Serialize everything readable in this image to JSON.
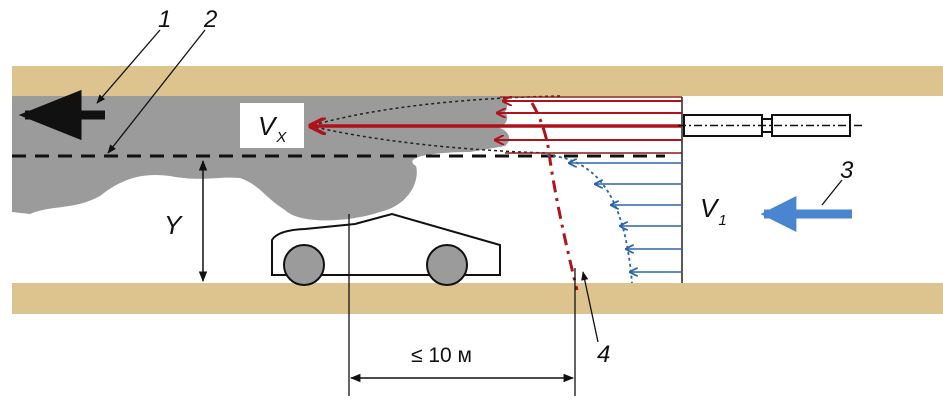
{
  "callouts": {
    "c1": "1",
    "c2": "2",
    "c3": "3",
    "c4": "4"
  },
  "symbols": {
    "vx_main": "V",
    "vx_sub": "X",
    "v1_main": "V",
    "v1_sub": "1",
    "y": "Y"
  },
  "dimension": {
    "distance_label": "≤ 10 м"
  },
  "colors": {
    "tunnel_wall": "#ddc48f",
    "smoke": "#9b9b9b",
    "smoke_arrows": "#b0121b",
    "air_arrows": "#2b66a8",
    "flow_arrow_3": "#4a86d0",
    "line": "#111111"
  },
  "icons": {
    "jet_fan": "jet-fan-icon",
    "car": "car-icon"
  }
}
